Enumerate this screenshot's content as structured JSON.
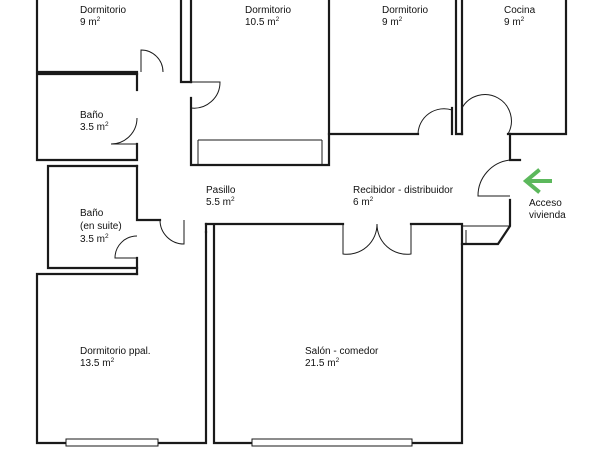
{
  "rooms": [
    {
      "name": "Dormitorio",
      "area": "9 m",
      "sup": "2"
    },
    {
      "name": "Dormitorio",
      "area": "10.5 m",
      "sup": "2"
    },
    {
      "name": "Dormitorio",
      "area": "9 m",
      "sup": "2"
    },
    {
      "name": "Cocina",
      "area": "9 m",
      "sup": "2"
    },
    {
      "name": "Baño",
      "area": "3.5 m",
      "sup": "2"
    },
    {
      "name": "Baño",
      "name2": "(en suite)",
      "area": "3.5 m",
      "sup": "2"
    },
    {
      "name": "Pasillo",
      "area": "5.5 m",
      "sup": "2"
    },
    {
      "name": "Recibidor - distribuidor",
      "area": "6 m",
      "sup": "2"
    },
    {
      "name": "Dormitorio ppal.",
      "area": "13.5 m",
      "sup": "2"
    },
    {
      "name": "Salón - comedor",
      "area": "21.5 m",
      "sup": "2"
    }
  ],
  "entrance": {
    "line1": "Acceso",
    "line2": "vivienda",
    "arrow_color": "#5cb85c"
  },
  "colors": {
    "wall": "#1a1a1a",
    "background": "#ffffff"
  }
}
